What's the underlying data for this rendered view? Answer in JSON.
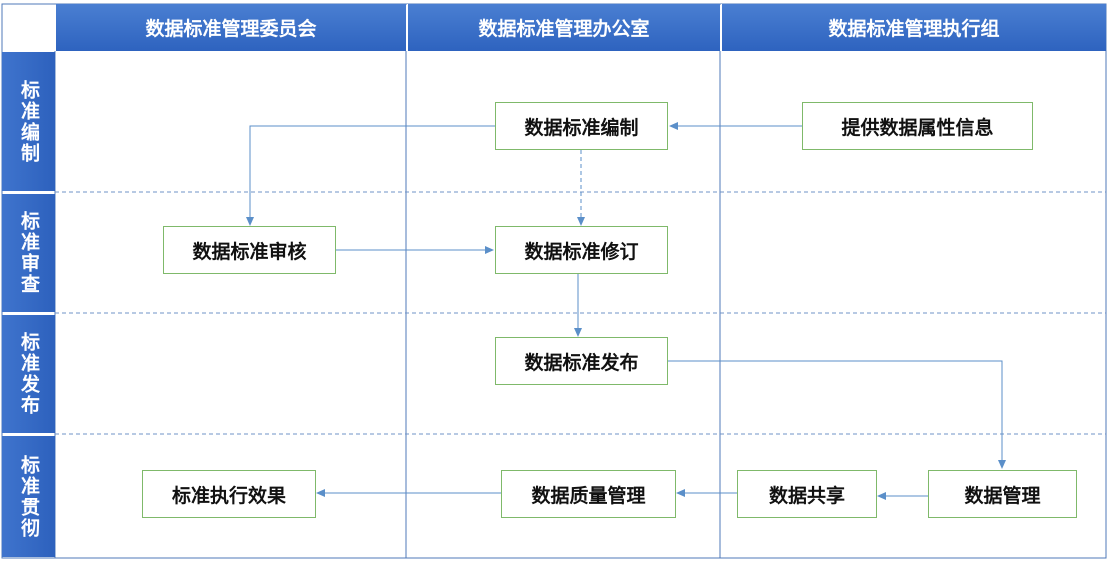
{
  "columns": [
    {
      "label": "数据标准管理委员会"
    },
    {
      "label": "数据标准管理办公室"
    },
    {
      "label": "数据标准管理执行组"
    }
  ],
  "rows": [
    {
      "label": "标准编制"
    },
    {
      "label": "标准审查"
    },
    {
      "label": "标准发布"
    },
    {
      "label": "标准贯彻"
    }
  ],
  "nodes": {
    "provide_attr_info": "提供数据属性信息",
    "standard_compile": "数据标准编制",
    "standard_review": "数据标准审核",
    "standard_revise": "数据标准修订",
    "standard_publish": "数据标准发布",
    "data_management": "数据管理",
    "data_sharing": "数据共享",
    "data_quality_management": "数据质量管理",
    "execution_effect": "标准执行效果"
  },
  "colors": {
    "header_blue": "#2e63bf",
    "node_border": "#7fb96a",
    "arrow": "#5b8fc9",
    "grid_line": "#4f78b8",
    "lane_divider": "#6f93c7"
  }
}
